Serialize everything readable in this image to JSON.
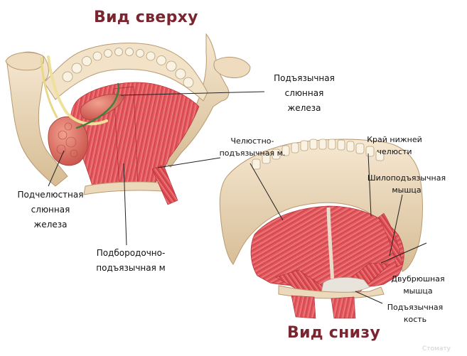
{
  "titles": {
    "top_view": "Вид сверху",
    "bottom_view": "Вид снизу"
  },
  "labels": {
    "sublingual_gland": [
      "Подъязычная",
      "слюнная",
      "железа"
    ],
    "mylohyoid": [
      "Челюстно-",
      "подъязычная м."
    ],
    "mandible_edge": [
      "Край нижней",
      "челюсти"
    ],
    "stylohyoid": [
      "Шилоподъязычная",
      "мышца"
    ],
    "submandibular_gland": [
      "Подчелюстная",
      "слюнная",
      "железа"
    ],
    "geniohyoid": [
      "Подбородочно-",
      "подъязычная м"
    ],
    "digastric": [
      "Двубрюшная",
      "мышца"
    ],
    "hyoid_bone": [
      "Подъязычная",
      "кость"
    ]
  },
  "watermark": "Стомату",
  "colors": {
    "title": "#7a2530",
    "bone": "#ecd9bc",
    "bone_shadow": "#c9ae88",
    "muscle": "#e4595e",
    "muscle_dark": "#b8343b",
    "gland": "#e0766f",
    "nerve_yellow": "#efe19b",
    "nerve_green": "#3e7f3e",
    "leader_line": "#222222"
  }
}
